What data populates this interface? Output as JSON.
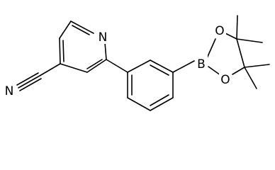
{
  "atoms": {
    "n_pyridine": "N",
    "n_nitrile": "N",
    "boron": "B",
    "o_upper": "O",
    "o_lower": "O"
  },
  "colors": {
    "bond": "#000000",
    "label": "#000000",
    "background": "#ffffff"
  }
}
